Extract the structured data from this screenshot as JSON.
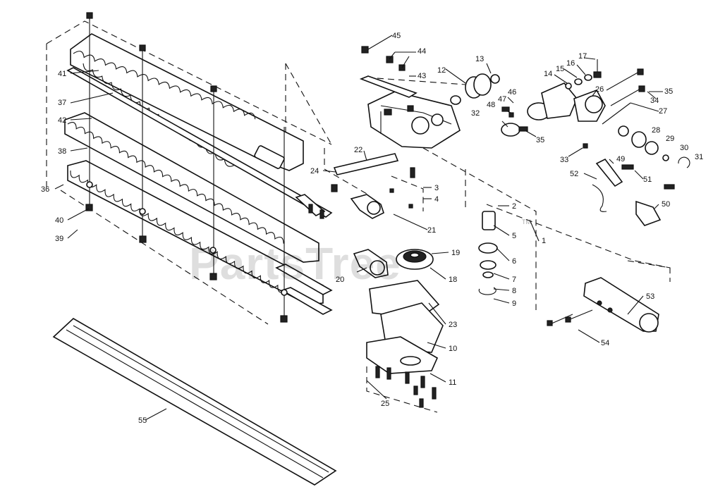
{
  "watermark": {
    "text": "PartsTree",
    "trademark": "TM"
  },
  "callouts": [
    {
      "id": "p45",
      "text": "45"
    },
    {
      "id": "p44",
      "text": "44"
    },
    {
      "id": "p43",
      "text": "43"
    },
    {
      "id": "p13",
      "text": "13"
    },
    {
      "id": "p12",
      "text": "12"
    },
    {
      "id": "p17",
      "text": "17"
    },
    {
      "id": "p16",
      "text": "16"
    },
    {
      "id": "p15",
      "text": "15"
    },
    {
      "id": "p14",
      "text": "14"
    },
    {
      "id": "p35a",
      "text": "35"
    },
    {
      "id": "p26",
      "text": "26"
    },
    {
      "id": "p34",
      "text": "34"
    },
    {
      "id": "p27",
      "text": "27"
    },
    {
      "id": "p28",
      "text": "28"
    },
    {
      "id": "p29",
      "text": "29"
    },
    {
      "id": "p30",
      "text": "30"
    },
    {
      "id": "p31",
      "text": "31"
    },
    {
      "id": "p46",
      "text": "46"
    },
    {
      "id": "p47",
      "text": "47"
    },
    {
      "id": "p48",
      "text": "48"
    },
    {
      "id": "p32",
      "text": "32"
    },
    {
      "id": "p35b",
      "text": "35"
    },
    {
      "id": "p33",
      "text": "33"
    },
    {
      "id": "p49",
      "text": "49"
    },
    {
      "id": "p51",
      "text": "51"
    },
    {
      "id": "p52",
      "text": "52"
    },
    {
      "id": "p50",
      "text": "50"
    },
    {
      "id": "p41",
      "text": "41"
    },
    {
      "id": "p37",
      "text": "37"
    },
    {
      "id": "p42",
      "text": "42"
    },
    {
      "id": "p38",
      "text": "38"
    },
    {
      "id": "p36",
      "text": "36"
    },
    {
      "id": "p40",
      "text": "40"
    },
    {
      "id": "p39",
      "text": "39"
    },
    {
      "id": "p22",
      "text": "22"
    },
    {
      "id": "p24",
      "text": "24"
    },
    {
      "id": "p3",
      "text": "3"
    },
    {
      "id": "p4",
      "text": "4"
    },
    {
      "id": "p2",
      "text": "2"
    },
    {
      "id": "p5",
      "text": "5"
    },
    {
      "id": "p1",
      "text": "1"
    },
    {
      "id": "p6",
      "text": "6"
    },
    {
      "id": "p7",
      "text": "7"
    },
    {
      "id": "p8",
      "text": "8"
    },
    {
      "id": "p9",
      "text": "9"
    },
    {
      "id": "p21",
      "text": "21"
    },
    {
      "id": "p19",
      "text": "19"
    },
    {
      "id": "p18",
      "text": "18"
    },
    {
      "id": "p20",
      "text": "20"
    },
    {
      "id": "p23",
      "text": "23"
    },
    {
      "id": "p10",
      "text": "10"
    },
    {
      "id": "p11",
      "text": "11"
    },
    {
      "id": "p25",
      "text": "25"
    },
    {
      "id": "p53",
      "text": "53"
    },
    {
      "id": "p54",
      "text": "54"
    },
    {
      "id": "p55",
      "text": "55"
    }
  ]
}
